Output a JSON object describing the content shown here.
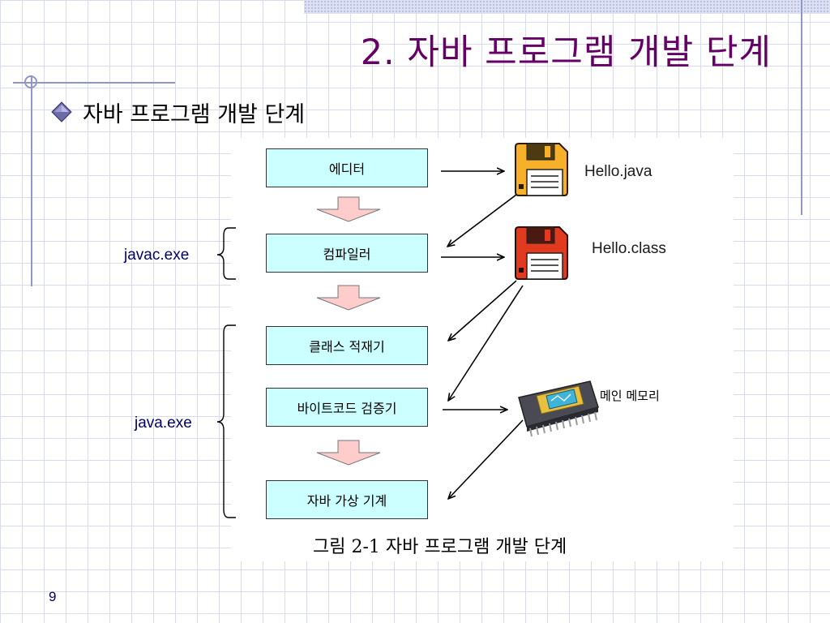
{
  "slide": {
    "title": "2. 자바 프로그램 개발 단계",
    "bullet": "자바 프로그램 개발 단계",
    "page_number": "9"
  },
  "figure": {
    "boxes": [
      "에디터",
      "컴파일러",
      "클래스 적재기",
      "바이트코드 검증기",
      "자바 가상 기계"
    ],
    "files": [
      "Hello.java",
      "Hello.class"
    ],
    "memory_label": "메인 메모리",
    "brace_labels": [
      "javac.exe",
      "java.exe"
    ],
    "caption": "그림 2-1 자바 프로그램 개발 단계"
  },
  "colors": {
    "title": "#660066",
    "box_fill": "#ccffff",
    "flow_arrow_fill": "#ffcccc",
    "source_disk": "#f7b02a",
    "class_disk": "#e23a1f",
    "guide_lines": "#8f96c8"
  },
  "icons": [
    "diamond-bullet-icon",
    "floppy-disk-icon",
    "memory-chip-icon"
  ]
}
